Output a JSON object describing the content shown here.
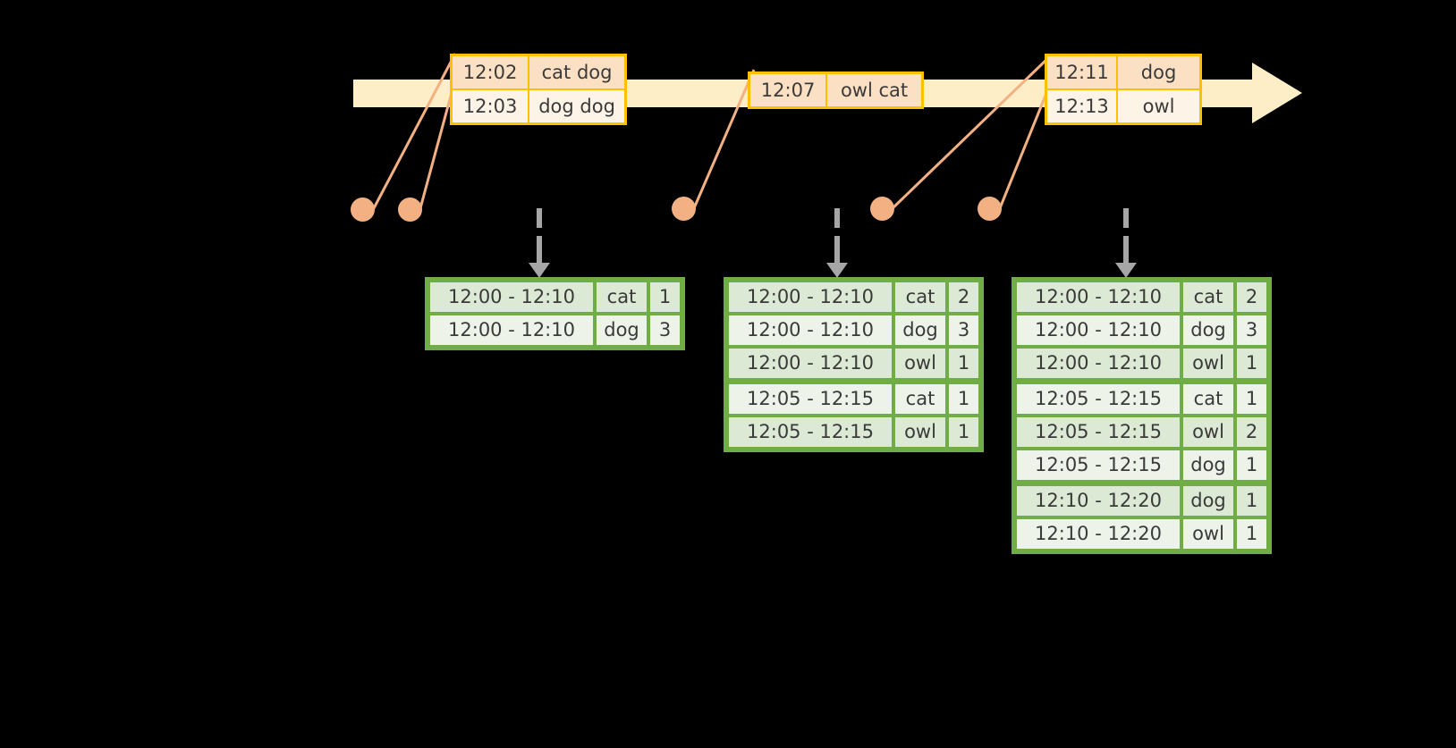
{
  "timeline": {
    "events": [
      {
        "id": "group-1",
        "rows": [
          {
            "time": "12:02",
            "words": "cat dog"
          },
          {
            "time": "12:03",
            "words": "dog dog"
          }
        ]
      },
      {
        "id": "group-2",
        "rows": [
          {
            "time": "12:07",
            "words": "owl cat"
          }
        ]
      },
      {
        "id": "group-3",
        "rows": [
          {
            "time": "12:11",
            "words": "dog"
          },
          {
            "time": "12:13",
            "words": "owl"
          }
        ]
      }
    ]
  },
  "tables": [
    {
      "id": "result-table-1",
      "rows": [
        {
          "window": "12:00 - 12:10",
          "key": "cat",
          "count": "1"
        },
        {
          "window": "12:00 - 12:10",
          "key": "dog",
          "count": "3"
        }
      ]
    },
    {
      "id": "result-table-2",
      "rows": [
        {
          "window": "12:00 - 12:10",
          "key": "cat",
          "count": "2"
        },
        {
          "window": "12:00 - 12:10",
          "key": "dog",
          "count": "3"
        },
        {
          "window": "12:00 - 12:10",
          "key": "owl",
          "count": "1"
        },
        {
          "window": "12:05 - 12:15",
          "key": "cat",
          "count": "1"
        },
        {
          "window": "12:05 - 12:15",
          "key": "owl",
          "count": "1"
        }
      ]
    },
    {
      "id": "result-table-3",
      "rows": [
        {
          "window": "12:00 - 12:10",
          "key": "cat",
          "count": "2"
        },
        {
          "window": "12:00 - 12:10",
          "key": "dog",
          "count": "3"
        },
        {
          "window": "12:00 - 12:10",
          "key": "owl",
          "count": "1"
        },
        {
          "window": "12:05 - 12:15",
          "key": "cat",
          "count": "1"
        },
        {
          "window": "12:05 - 12:15",
          "key": "owl",
          "count": "2"
        },
        {
          "window": "12:05 - 12:15",
          "key": "dog",
          "count": "1"
        },
        {
          "window": "12:10 - 12:20",
          "key": "dog",
          "count": "1"
        },
        {
          "window": "12:10 - 12:20",
          "key": "owl",
          "count": "1"
        }
      ]
    }
  ],
  "colors": {
    "timeline_bar": "#fdeec8",
    "event_border": "#ffc000",
    "event_fill_dark": "#fbe0c4",
    "event_fill_light": "#fdf3e7",
    "connector": "#f3b183",
    "table_border": "#70ad47",
    "table_fill_dark": "#dce9d4",
    "table_fill_light": "#eef3ea",
    "arrow_gray": "#a6a6a6",
    "background": "#000000",
    "text": "#3a3a3a"
  }
}
